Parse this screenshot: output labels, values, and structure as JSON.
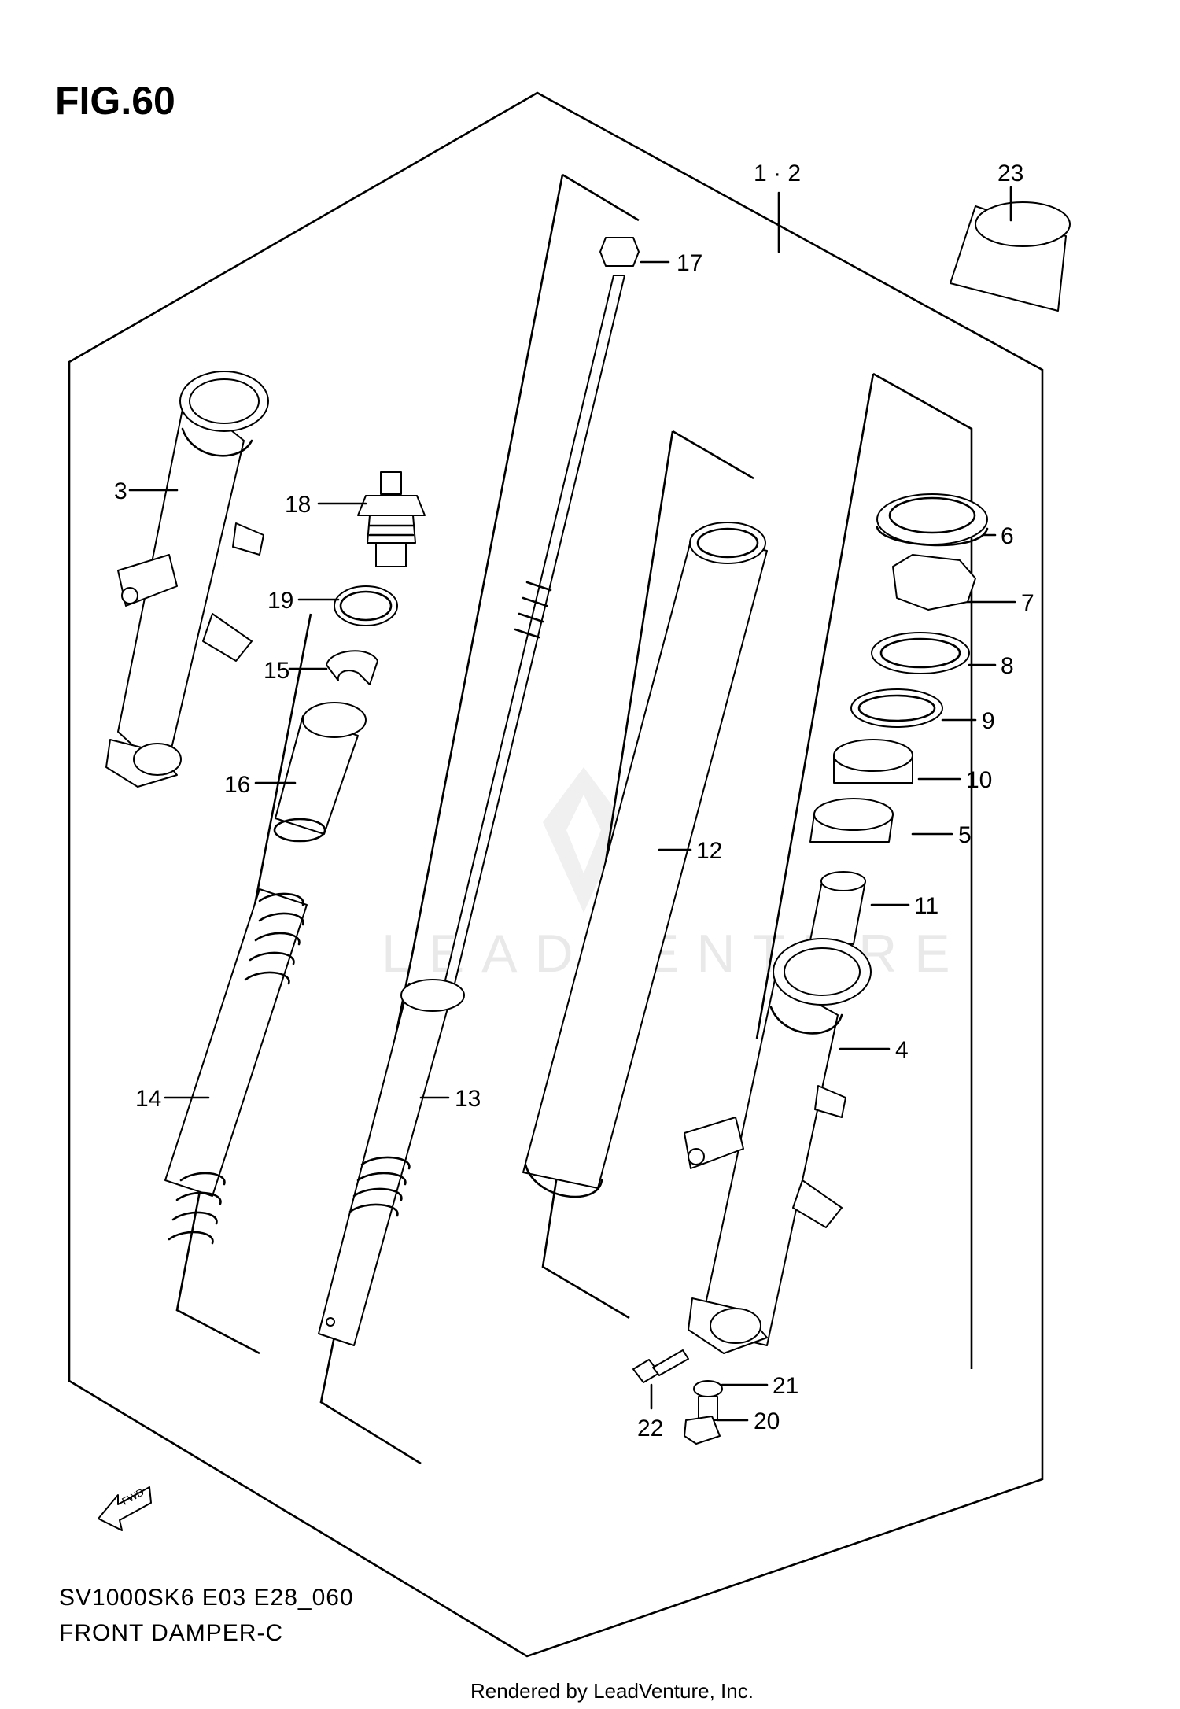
{
  "figure_title": "FIG.60",
  "footer": {
    "model_code": "SV1000SK6 E03 E28_060",
    "title": "FRONT DAMPER-C",
    "rendered_by": "Rendered by LeadVenture, Inc."
  },
  "watermark": "LEADVENTURE",
  "fwd_label": "FWD",
  "callouts": {
    "c1_2": "1 · 2",
    "c3": "3",
    "c4": "4",
    "c5": "5",
    "c6": "6",
    "c7": "7",
    "c8": "8",
    "c9": "9",
    "c10": "10",
    "c11": "11",
    "c12": "12",
    "c13": "13",
    "c14": "14",
    "c15": "15",
    "c16": "16",
    "c17": "17",
    "c18": "18",
    "c19": "19",
    "c20": "20",
    "c21": "21",
    "c22": "22",
    "c23": "23"
  }
}
